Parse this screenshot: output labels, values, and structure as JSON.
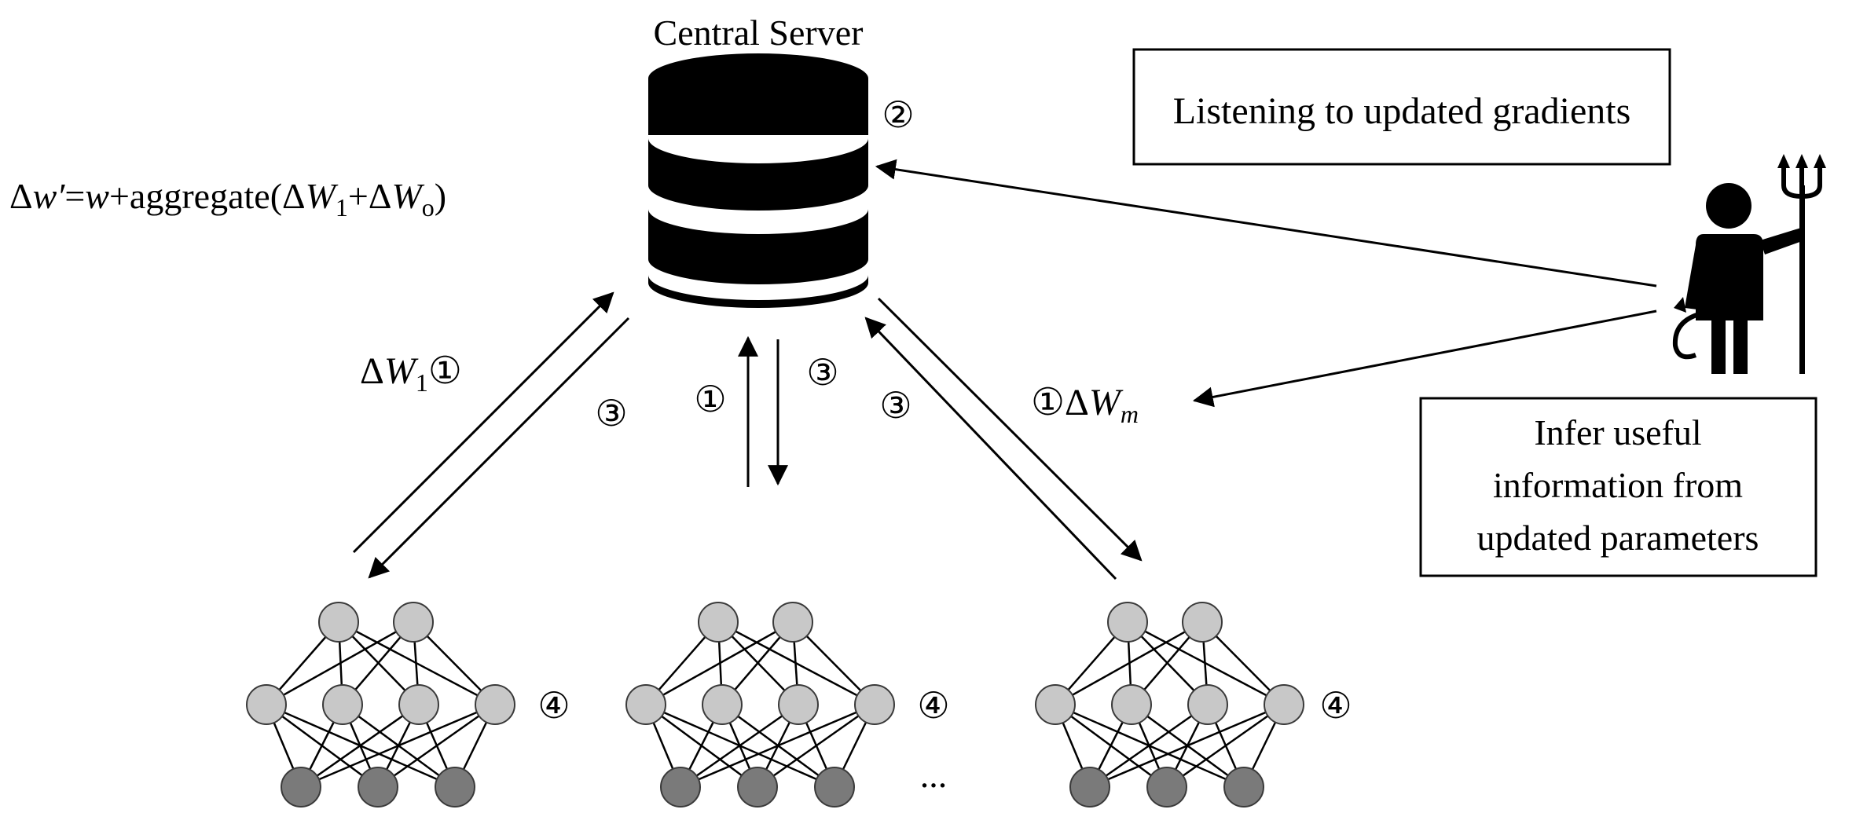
{
  "server": {
    "title": "Central Server",
    "step_marker": "②"
  },
  "formula": {
    "prefix": "Δ",
    "w_prime": "w′",
    "eq": "=",
    "w": "w",
    "plus_aggregate": "+aggregate(Δ",
    "W1": "W",
    "sub1": "1",
    "plus_delta": "+Δ",
    "Wo": "W",
    "sub_o": "o",
    "close": ")"
  },
  "attacker_boxes": {
    "listening": "Listening to updated gradients",
    "infer_lines": [
      "Infer useful",
      "information from",
      "updated parameters"
    ]
  },
  "arrow_labels": {
    "left_upload": {
      "delta": "Δ",
      "W": "W",
      "sub": "1",
      "marker": "①"
    },
    "left_download": "③",
    "middle_upload": "①",
    "middle_download": "③",
    "right_download": "③",
    "right_upload": {
      "marker": "①",
      "delta": "Δ",
      "W": "W",
      "sub": "m"
    }
  },
  "clients": [
    {
      "marker": "④"
    },
    {
      "marker": "④"
    },
    {
      "marker": "④"
    }
  ],
  "ellipsis": "...",
  "colors": {
    "line": "#000000",
    "node_upper": "#c8c8c8",
    "node_lower": "#7a7a7a",
    "node_stroke": "#3a3a3a",
    "box_border": "#000000"
  },
  "icons": {
    "server": "database-icon",
    "attacker": "devil-with-trident-icon"
  }
}
